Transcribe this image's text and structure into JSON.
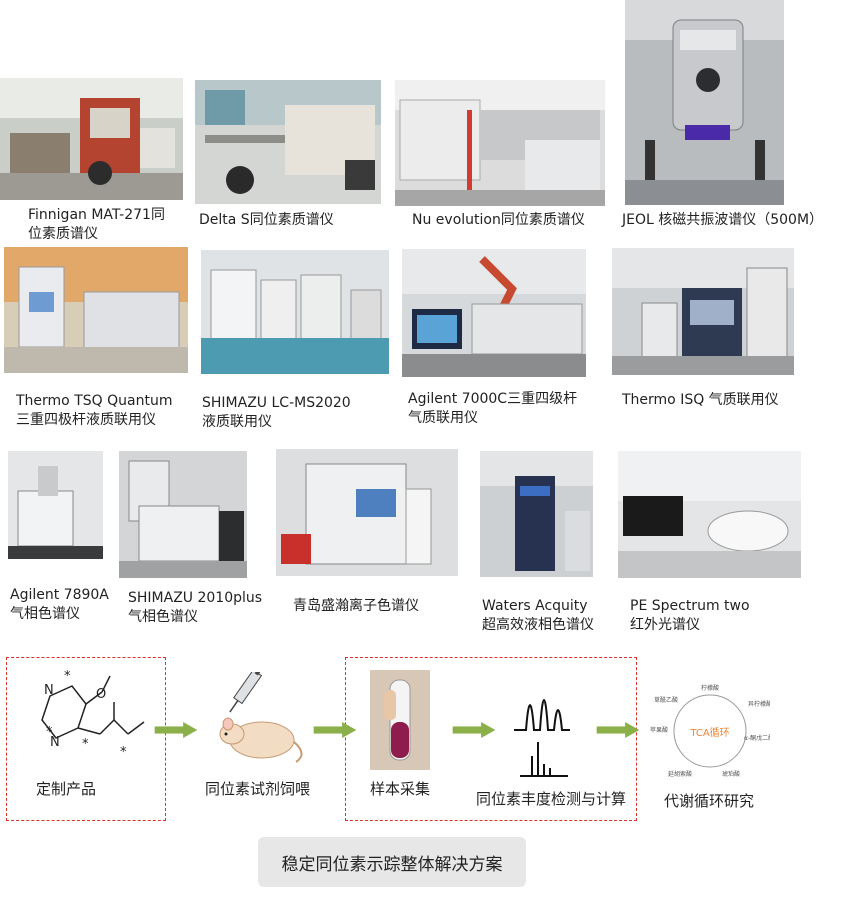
{
  "instruments": [
    {
      "line1": "Finnigan MAT-271同",
      "line2": "位素质谱仪"
    },
    {
      "line1": "Delta S同位素质谱仪",
      "line2": ""
    },
    {
      "line1": "Nu evolution同位素质谱仪",
      "line2": ""
    },
    {
      "line1": "JEOL 核磁共振波谱仪（500M）",
      "line2": ""
    },
    {
      "line1": "Thermo TSQ Quantum",
      "line2": "三重四极杆液质联用仪"
    },
    {
      "line1": "SHIMAZU LC-MS2020",
      "line2": "液质联用仪"
    },
    {
      "line1": "Agilent 7000C三重四级杆",
      "line2": "气质联用仪"
    },
    {
      "line1": "Thermo ISQ 气质联用仪",
      "line2": ""
    },
    {
      "line1": "Agilent 7890A",
      "line2": "气相色谱仪"
    },
    {
      "line1": "SHIMAZU 2010plus",
      "line2": "气相色谱仪"
    },
    {
      "line1": "青岛盛瀚离子色谱仪",
      "line2": ""
    },
    {
      "line1": "Waters Acquity",
      "line2": "超高效液相色谱仪"
    },
    {
      "line1": "PE Spectrum two",
      "line2": "红外光谱仪"
    }
  ],
  "workflow": {
    "steps": [
      "定制产品",
      "同位素试剂饲喂",
      "样本采集",
      "同位素丰度检测与计算",
      "代谢循环研究"
    ],
    "tca_label": "TCA循环",
    "tca_metabolites": [
      "柠檬酸",
      "异柠檬酸",
      "α-酮戊二酸",
      "琥珀酸",
      "延胡索酸",
      "苹果酸",
      "草酰乙酸"
    ],
    "molecule_atoms": [
      "O",
      "N",
      "N",
      "*",
      "*",
      "*",
      "*"
    ]
  },
  "footer": {
    "label": "稳定同位素示踪整体解决方案"
  },
  "colors": {
    "dash": "#d9322b",
    "arrow": "#8bb04a",
    "tca": "#e8863a"
  }
}
